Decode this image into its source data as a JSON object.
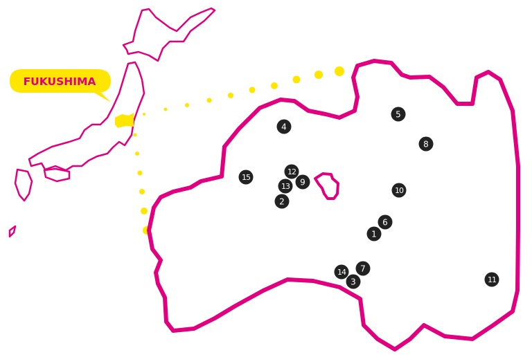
{
  "map": {
    "region_label": "FUKUSHIMA",
    "colors": {
      "outline": "#e0007f",
      "highlight": "#ffe600",
      "marker": "#222222",
      "marker_text": "#ffffff"
    },
    "markers": [
      {
        "id": "1",
        "label": "1"
      },
      {
        "id": "2",
        "label": "2"
      },
      {
        "id": "3",
        "label": "3"
      },
      {
        "id": "4",
        "label": "4"
      },
      {
        "id": "5",
        "label": "5"
      },
      {
        "id": "6",
        "label": "6"
      },
      {
        "id": "7",
        "label": "7"
      },
      {
        "id": "8",
        "label": "8"
      },
      {
        "id": "9",
        "label": "9"
      },
      {
        "id": "10",
        "label": "10"
      },
      {
        "id": "11",
        "label": "11"
      },
      {
        "id": "12",
        "label": "12"
      },
      {
        "id": "13",
        "label": "13"
      },
      {
        "id": "14",
        "label": "14"
      },
      {
        "id": "15",
        "label": "15"
      }
    ]
  }
}
